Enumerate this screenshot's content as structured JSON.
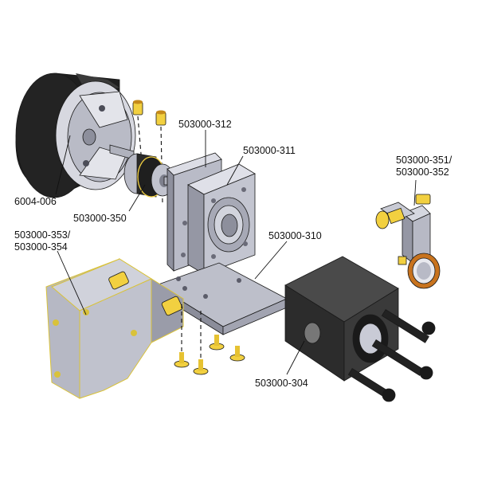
{
  "labels": {
    "motor": "6004-006",
    "plate_front": "503000-312",
    "plate_back": "503000-311",
    "coupler": "503000-350",
    "clamp_line1": "503000-351/",
    "clamp_line2": "503000-352",
    "base_plate": "503000-310",
    "gearbox_line1": "503000-353/",
    "gearbox_line2": "503000-354",
    "block": "503000-304"
  },
  "colors": {
    "metal_light": "#c9cbd6",
    "metal_mid": "#a9abb8",
    "metal_dark": "#6f7080",
    "block_dark": "#2c2c2c",
    "brass": "#f2d040",
    "bronze": "#c8731e"
  }
}
